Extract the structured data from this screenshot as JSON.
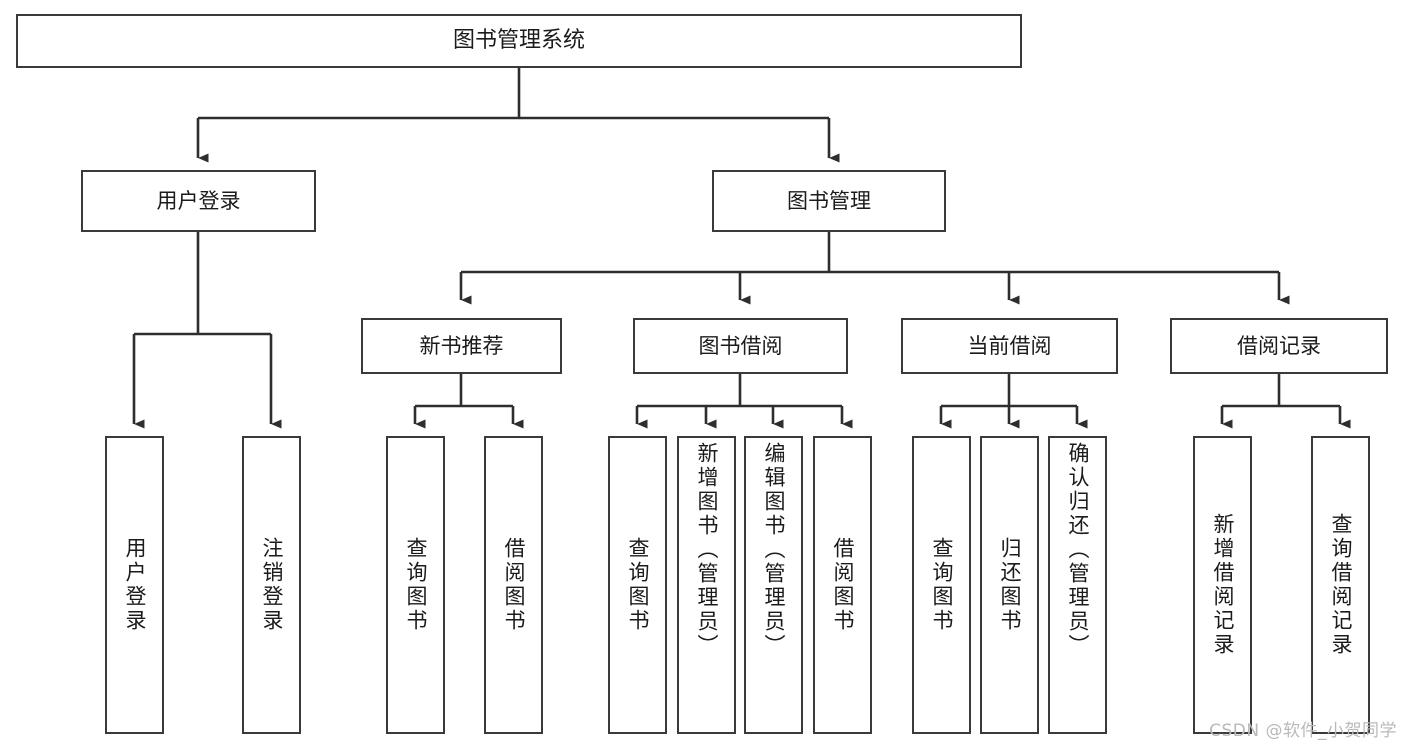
{
  "diagram": {
    "type": "tree-hierarchy",
    "title": "图书管理系统",
    "watermark": "CSDN @软件_小贺同学",
    "colors": {
      "border": "#3a3a3a",
      "text": "#1b1b1b",
      "background": "#ffffff",
      "watermark": "#b9b9b9"
    },
    "nodes": {
      "root": {
        "label": "图书管理系统"
      },
      "level2": [
        {
          "label": "用户登录"
        },
        {
          "label": "图书管理"
        }
      ],
      "level3": [
        {
          "label": "新书推荐"
        },
        {
          "label": "图书借阅"
        },
        {
          "label": "当前借阅"
        },
        {
          "label": "借阅记录"
        }
      ],
      "leaves": {
        "user_login": [
          {
            "label": "用户登录"
          },
          {
            "label": "注销登录"
          }
        ],
        "new_book": [
          {
            "label": "查询图书"
          },
          {
            "label": "借阅图书"
          }
        ],
        "borrow": [
          {
            "label": "查询图书"
          },
          {
            "label": "新增图书（管理员）"
          },
          {
            "label": "编辑图书（管理员）"
          },
          {
            "label": "借阅图书"
          }
        ],
        "current": [
          {
            "label": "查询图书"
          },
          {
            "label": "归还图书"
          },
          {
            "label": "确认归还（管理员）"
          }
        ],
        "records": [
          {
            "label": "新增借阅记录"
          },
          {
            "label": "查询借阅记录"
          }
        ]
      }
    }
  }
}
